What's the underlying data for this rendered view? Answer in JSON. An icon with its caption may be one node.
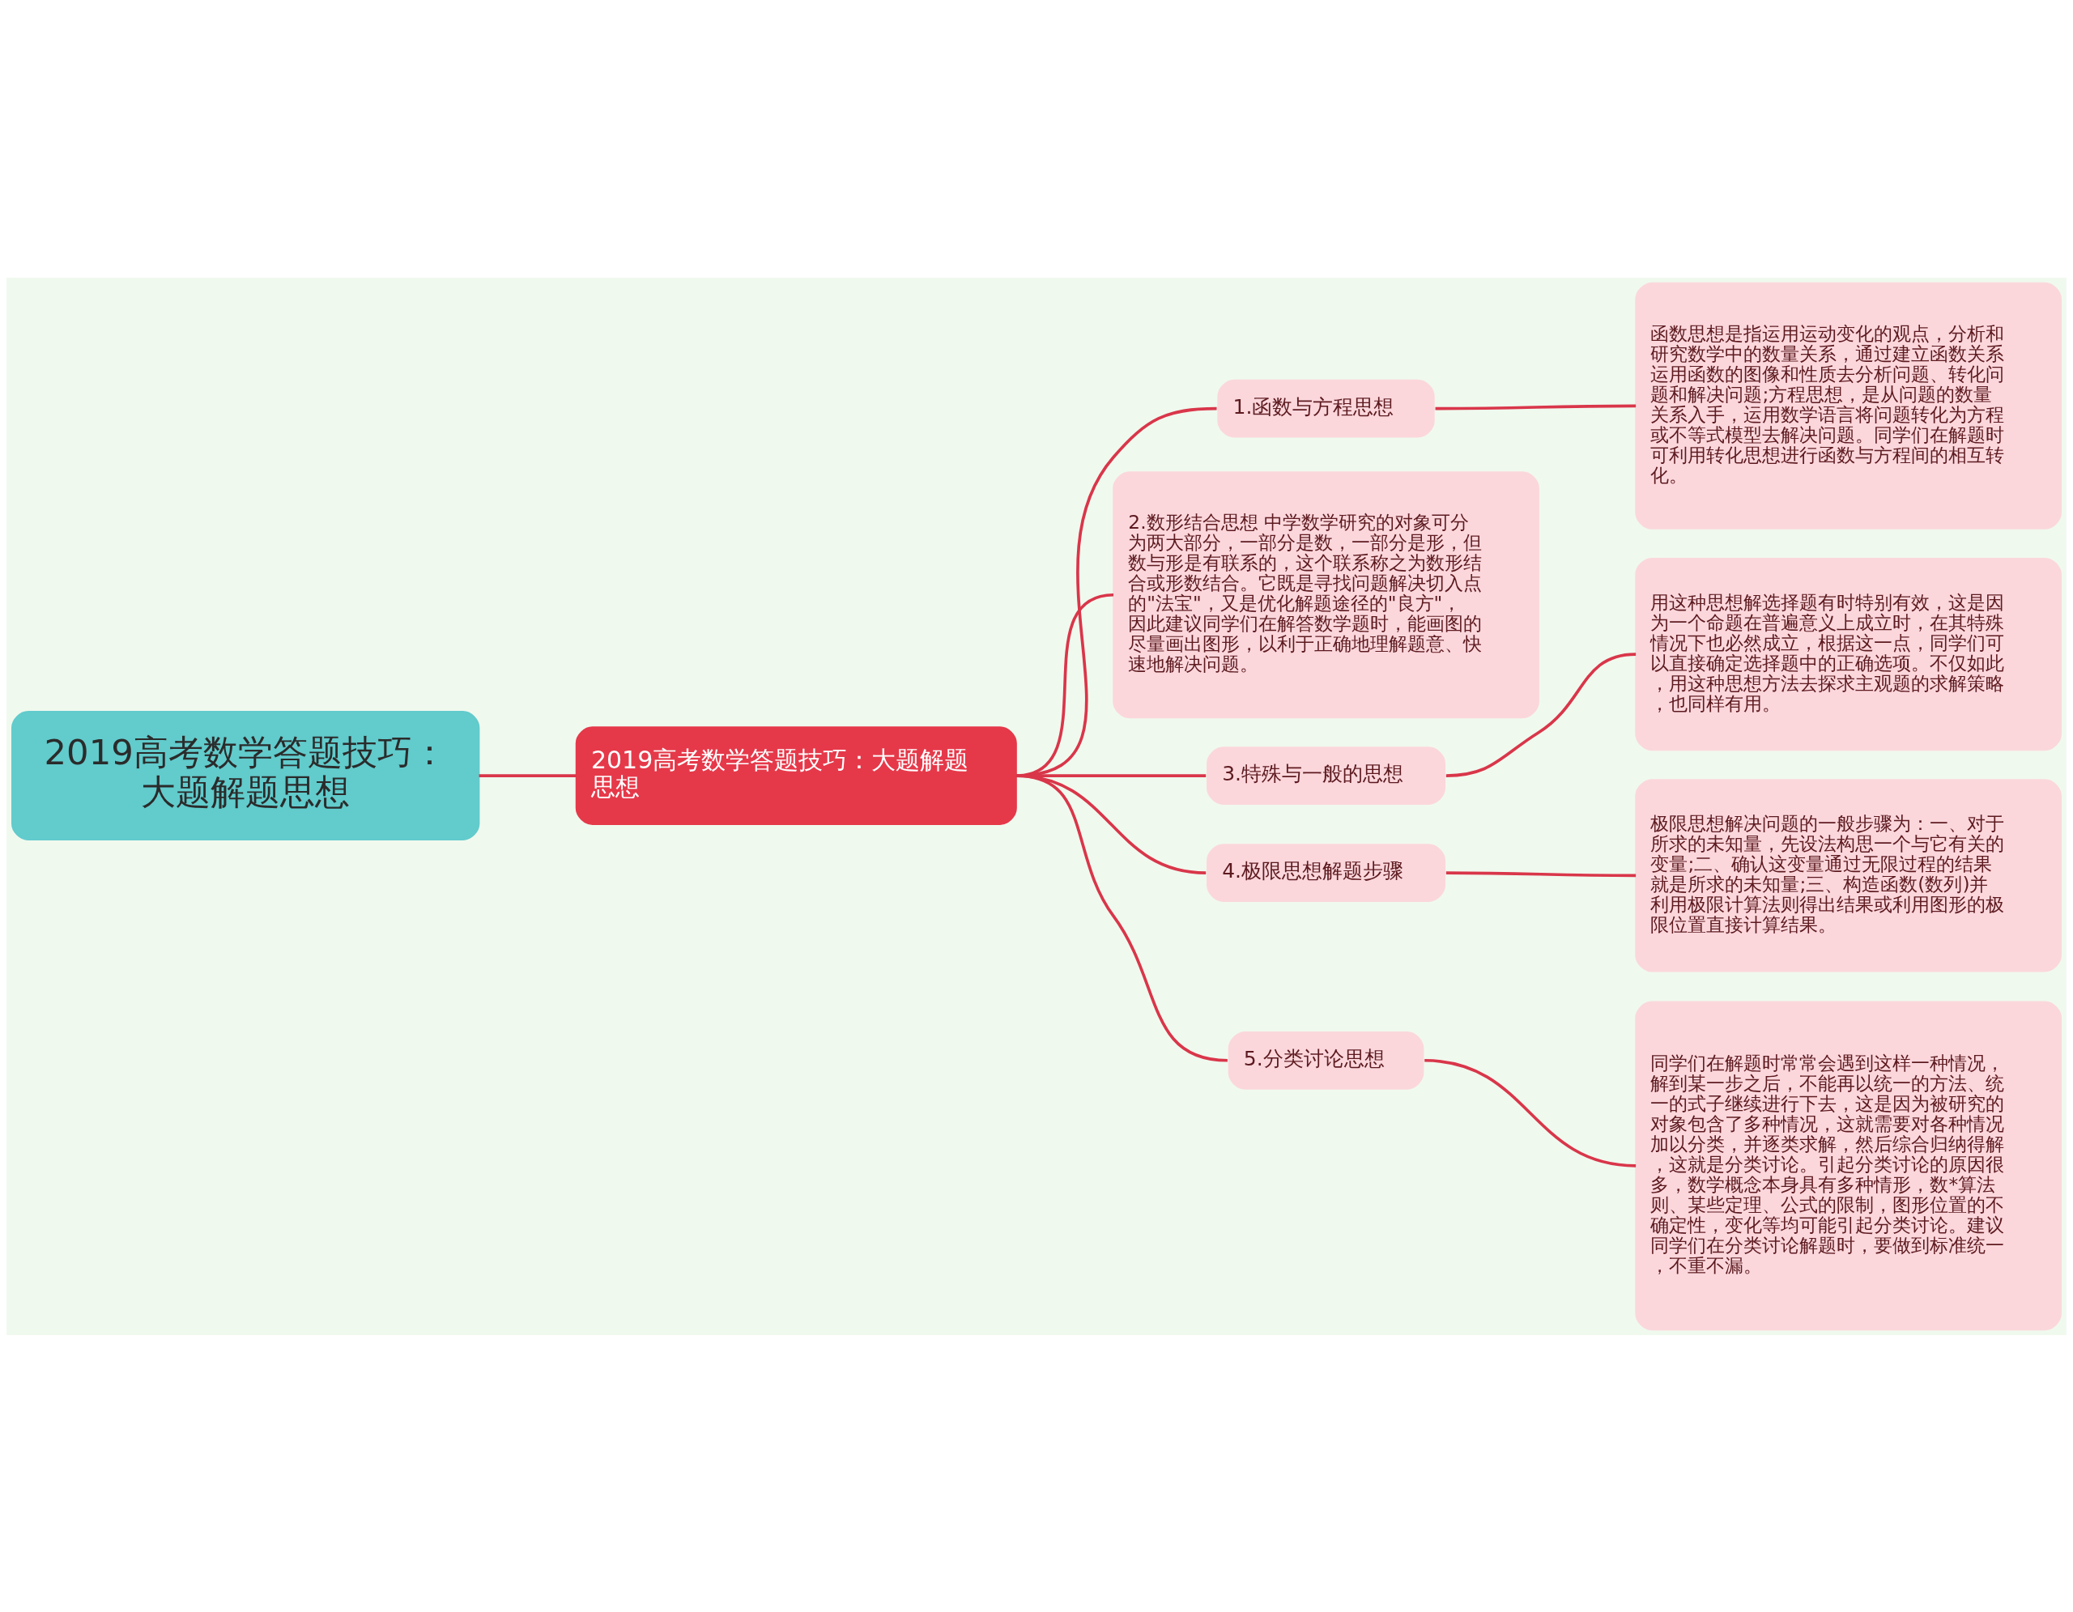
{
  "diagram": {
    "nodes": [
      {
        "text": [
          "2019高考数学答题技巧：大题解题思想"
        ]
      },
      {
        "text": [
          "2019高考数学答题技巧：大题解题思想"
        ]
      },
      {
        "text": [
          "1.函数与方程思想"
        ]
      },
      {
        "text": [
          "函数思想是指运用运动变化的观点，分析和研究数学中的数量关系，通过建立函数关系运用函数的图像和性质去分析问题、转化问题和解决问题;方程思想，是从问题的数量关系入手，运用数学语言将问题转化为方程或不等式模型去解决问题。同学们在解题时可利用转化思想进行函数与方程间的相互转化。"
        ]
      },
      {
        "text": [
          "2.数形结合思想 中学数学研究的对象可分为两大部分，一部分是数，一部分是形，但数与形是有联系的，这个联系称之为数形结合或形数结合。它既是寻找问题解决切入点的\"法宝\"，又是优化解题途径的\"良方\"，因此建议同学们在解答数学题时，能画图的尽量画出图形，以利于正确地理解题意、快速地解决问题。"
        ]
      },
      {
        "text": [
          "3.特殊与一般的思想"
        ]
      },
      {
        "text": [
          "用这种思想解选择题有时特别有效，这是因为一个命题在普遍意义上成立时，在其特殊情况下也必然成立，根据这一点，同学们可以直接确定选择题中的正确选项。不仅如此，用这种思想方法去探求主观题的求解策略，也同样有用。"
        ]
      },
      {
        "text": [
          "4.极限思想解题步骤"
        ]
      },
      {
        "text": [
          "极限思想解决问题的一般步骤为：一、对于所求的未知量，先设法构思一个与它有关的变量;二、确认这变量通过无限过程的结果就是所求的未知量;三、构造函数(数列)并利用极限计算法则得出结果或利用图形的极限位置直接计算结果。"
        ]
      },
      {
        "text": [
          "5.分类讨论思想"
        ]
      },
      {
        "text": [
          "同学们在解题时常常会遇到这样一种情况，解到某一步之后，不能再以统一的方法、统一的式子继续进行下去，这是因为被研究的对象包含了多种情况，这就需要对各种情况加以分类，并逐类求解，然后综合归纳得解，这就是分类讨论。引起分类讨论的原因很多，数学概念本身具有多种情形，数*算法则、某些定理、公式的限制，图形位置的不确定性，变化等均可能引起分类讨论。建议同学们在分类讨论解题时，要做到标准统一，不重不漏。"
        ]
      }
    ],
    "edges": [
      {
        "from": 0,
        "to": 1,
        "arrow": "none"
      },
      {
        "from": 1,
        "to": 2,
        "arrow": "none"
      },
      {
        "from": 2,
        "to": 3,
        "arrow": "none"
      },
      {
        "from": 1,
        "to": 4,
        "arrow": "none"
      },
      {
        "from": 1,
        "to": 5,
        "arrow": "none"
      },
      {
        "from": 5,
        "to": 6,
        "arrow": "none"
      },
      {
        "from": 1,
        "to": 7,
        "arrow": "none"
      },
      {
        "from": 7,
        "to": 8,
        "arrow": "none"
      },
      {
        "from": 1,
        "to": 9,
        "arrow": "none"
      },
      {
        "from": 9,
        "to": 10,
        "arrow": "none"
      }
    ]
  }
}
